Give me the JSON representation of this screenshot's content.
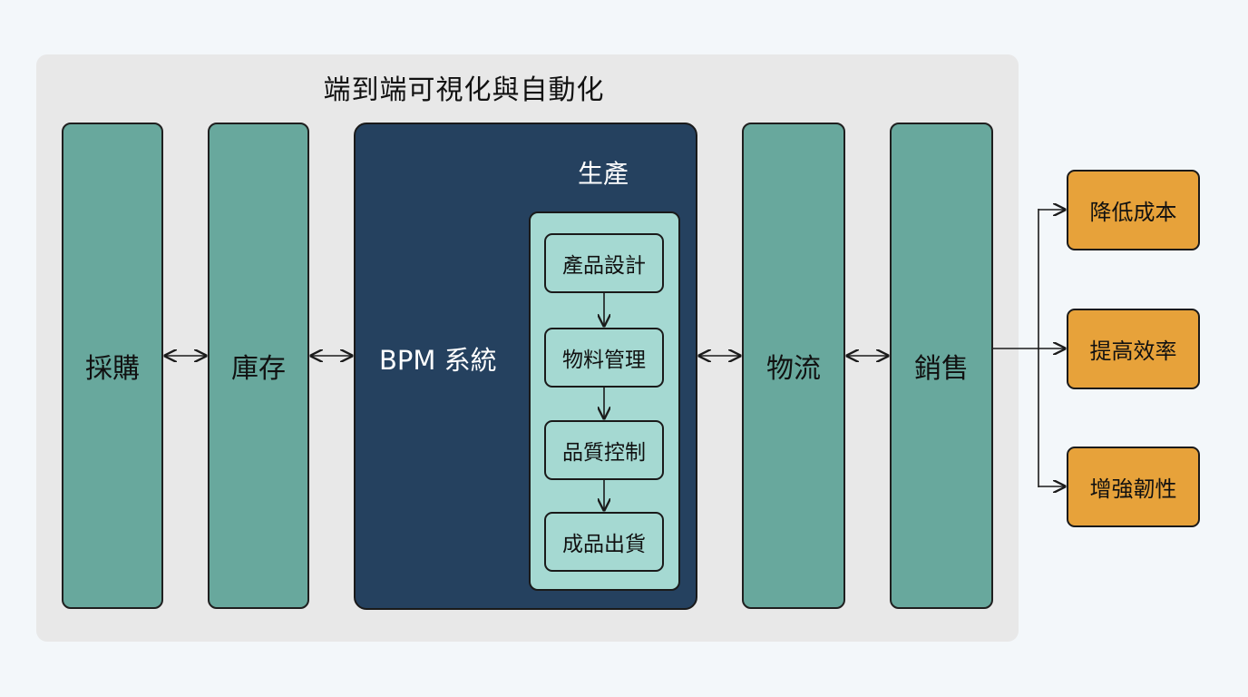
{
  "diagram": {
    "frame_title": "端到端可視化與自動化",
    "stages": {
      "purchasing": "採購",
      "inventory": "庫存",
      "bpm_system": "BPM 系統",
      "logistics": "物流",
      "sales": "銷售"
    },
    "production": {
      "title": "生產",
      "steps": [
        "產品設計",
        "物料管理",
        "品質控制",
        "成品出貨"
      ]
    },
    "outcomes": [
      "降低成本",
      "提高效率",
      "增強韌性"
    ],
    "colors": {
      "stage_fill": "#68a89d",
      "bpm_fill": "#25415f",
      "production_fill": "#a5d9d2",
      "outcome_fill": "#e7a23a",
      "frame_fill": "#e8e8e8"
    }
  }
}
